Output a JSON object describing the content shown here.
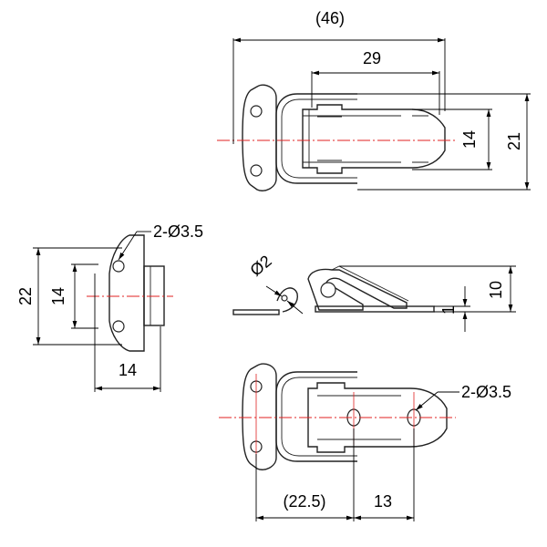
{
  "dimensions": {
    "overall_length": "(46)",
    "hook_length": "29",
    "inner_height": "14",
    "overall_height": "21",
    "side_height": "22",
    "side_inner_height": "14",
    "side_width": "14",
    "side_holes": "2-Ø3.5",
    "pin_diameter": "Ø2",
    "profile_height": "10",
    "plate_thickness": "1",
    "hole_spacing_a": "(22.5)",
    "hole_spacing_b": "13",
    "bottom_holes": "2-Ø3.5"
  },
  "colors": {
    "outline": "#222222",
    "centerline": "#e02020",
    "dimension": "#000000"
  }
}
